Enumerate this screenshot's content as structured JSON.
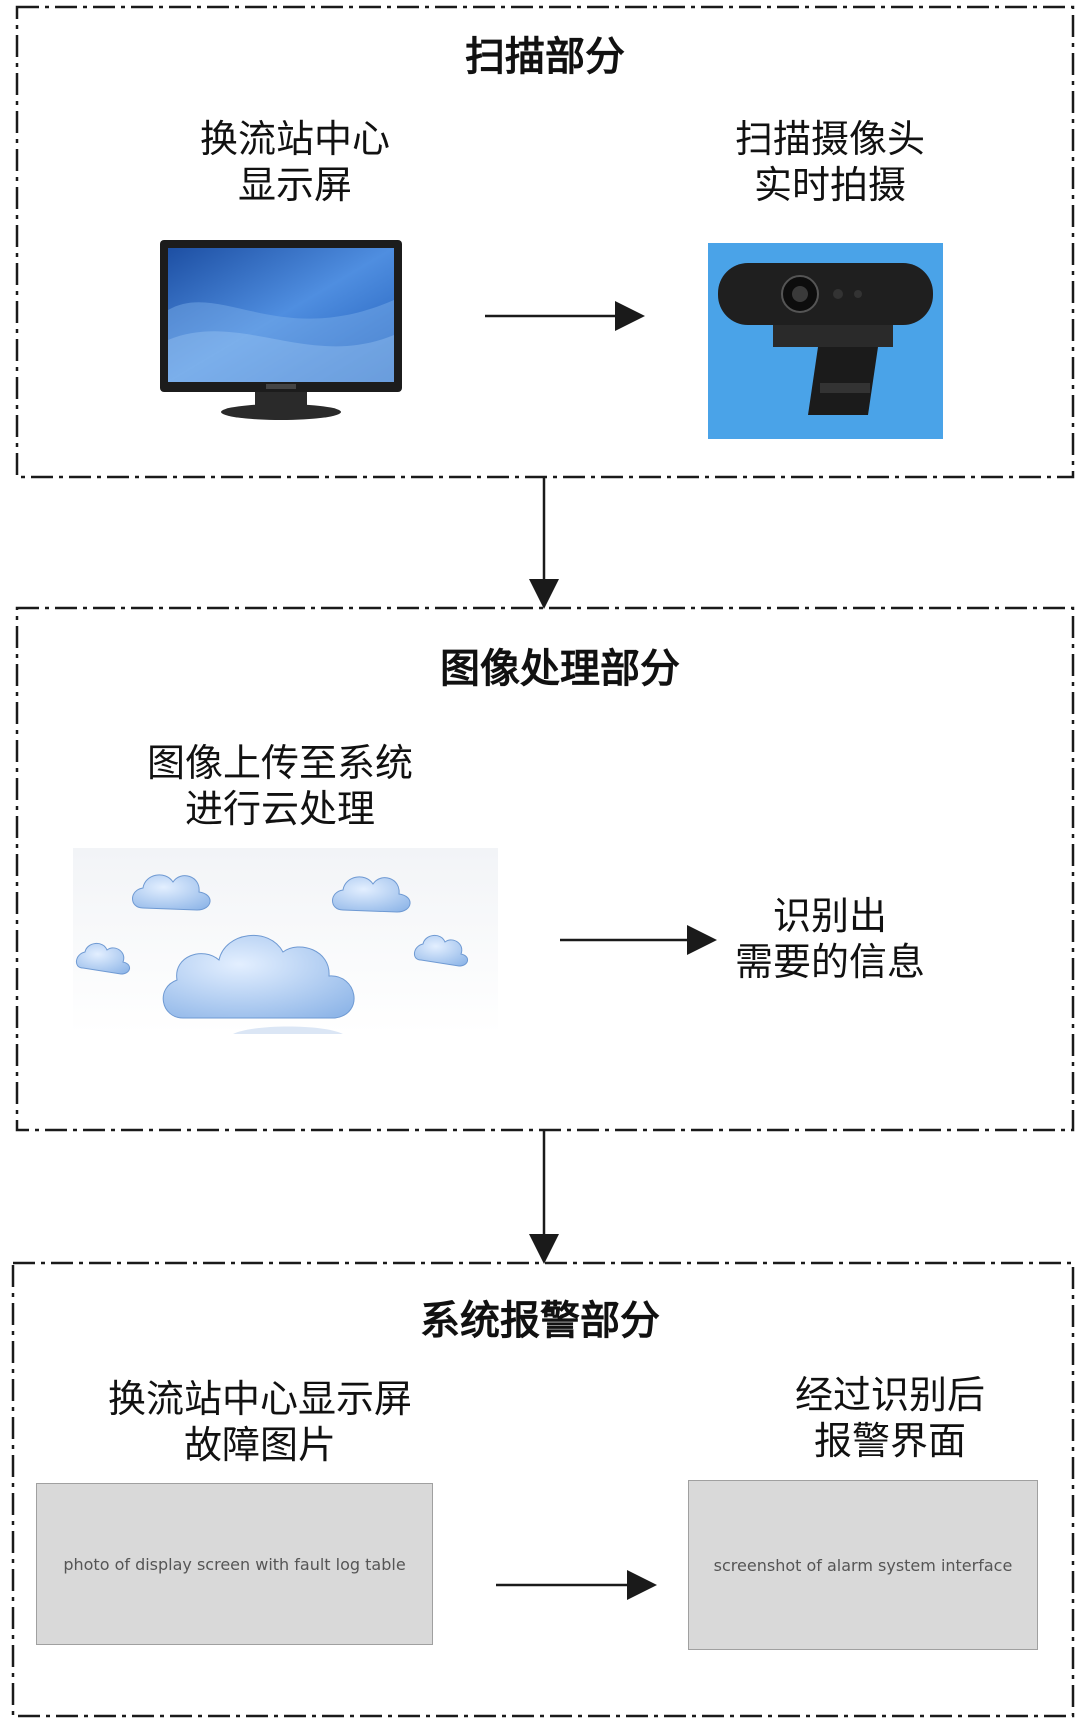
{
  "sections": [
    {
      "title": "扫描部分",
      "left_label": [
        "换流站中心",
        "显示屏"
      ],
      "right_label": [
        "扫描摄像头",
        "实时拍摄"
      ]
    },
    {
      "title": "图像处理部分",
      "left_label": [
        "图像上传至系统",
        "进行云处理"
      ],
      "right_label": [
        "识别出",
        "需要的信息"
      ]
    },
    {
      "title": "系统报警部分",
      "left_label": [
        "换流站中心显示屏",
        "故障图片"
      ],
      "right_label": [
        "经过识别后",
        "报警界面"
      ]
    }
  ],
  "placeholders": {
    "fault_photo": "photo of display screen with fault log table",
    "alarm_ui": "screenshot of alarm system interface"
  },
  "colors": {
    "line": "#1a1a1a",
    "monitor_blue": "#2a6cc7",
    "camera_bg": "#4aa3e8",
    "cloud": "#a9c8ef"
  }
}
